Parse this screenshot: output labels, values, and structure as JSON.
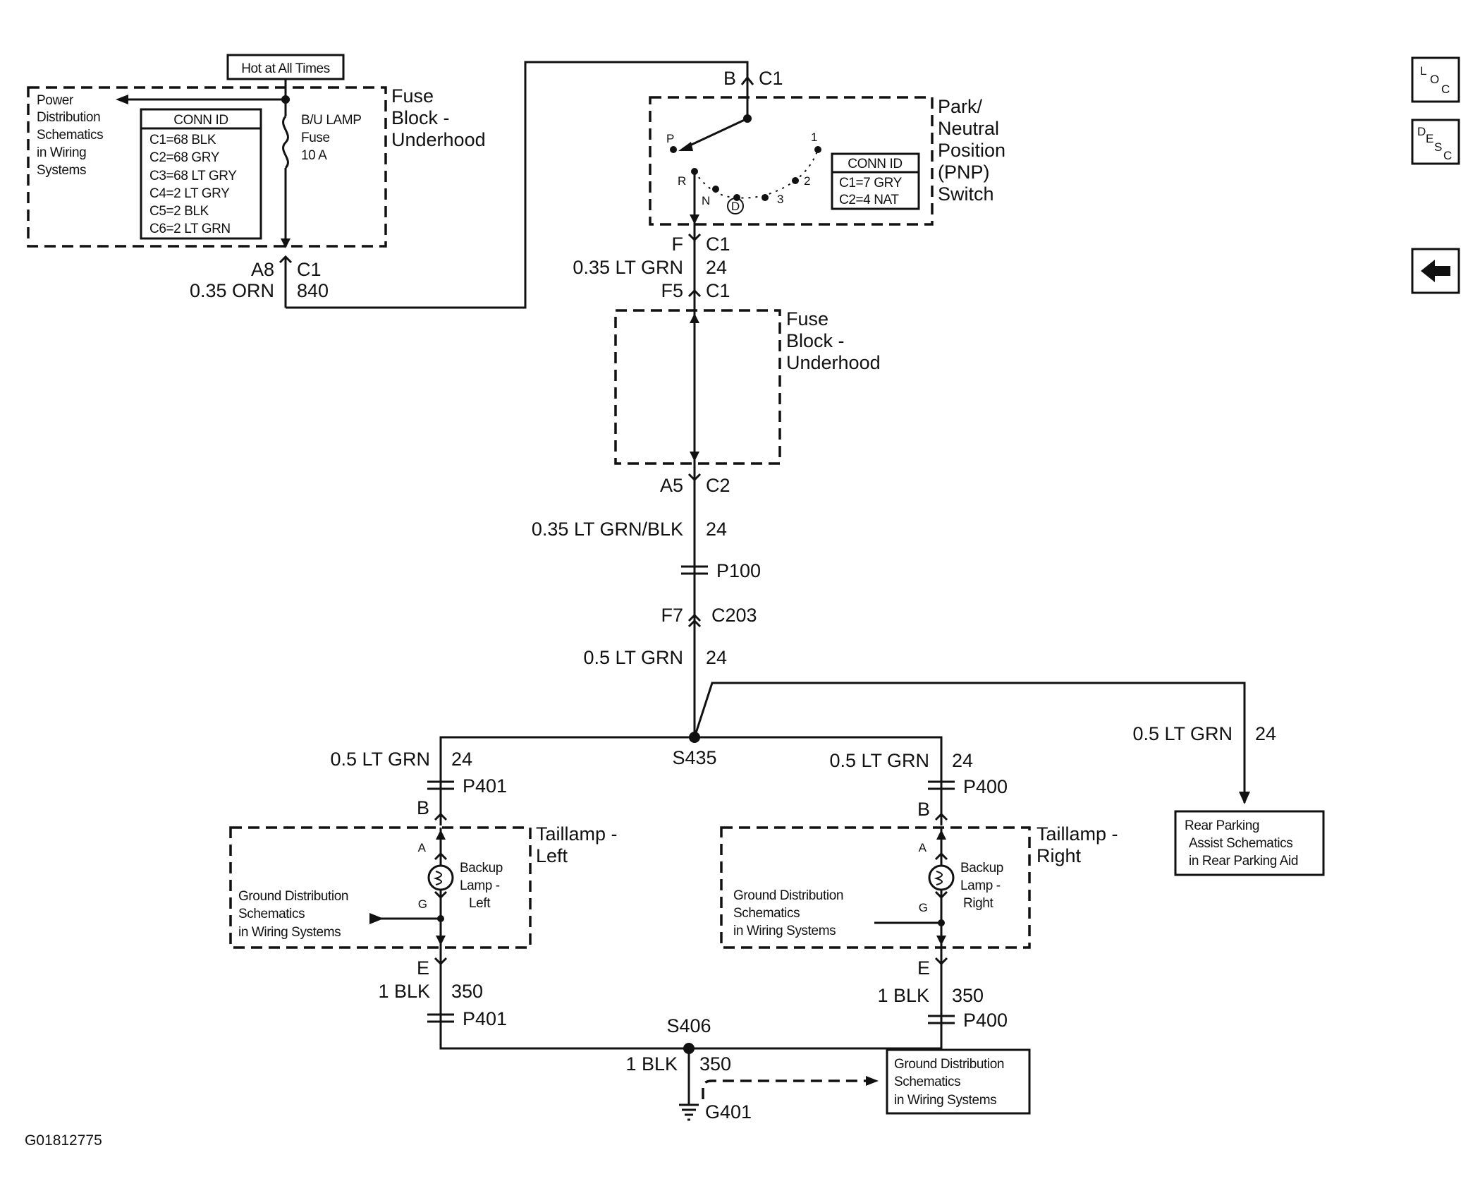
{
  "top_left": {
    "hot_label": "Hot at All Times",
    "power_ref": [
      "Power",
      "Distribution",
      "Schematics",
      "in Wiring",
      "Systems"
    ],
    "conn_title": "CONN ID",
    "conn_rows": [
      "C1=68 BLK",
      "C2=68 GRY",
      "C3=68 LT GRY",
      "C4=2 LT GRY",
      "C5=2 BLK",
      "C6=2 LT GRN"
    ],
    "fuse_label": [
      "B/U LAMP",
      "Fuse",
      "10 A"
    ],
    "block_label": [
      "Fuse",
      "Block -",
      "Underhood"
    ],
    "out_pin": "A8",
    "out_conn": "C1",
    "out_wire": "0.35 ORN",
    "out_circuit": "840"
  },
  "pnp": {
    "in_pin": "B",
    "in_conn": "C1",
    "label": [
      "Park/",
      "Neutral",
      "Position",
      "(PNP)",
      "Switch"
    ],
    "positions": [
      "P",
      "R",
      "N",
      "D",
      "3",
      "2",
      "1"
    ],
    "conn_title": "CONN ID",
    "conn_rows": [
      "C1=7 GRY",
      "C2=4 NAT"
    ],
    "out_pin": "F",
    "out_conn": "C1",
    "out_wire": "0.35 LT GRN",
    "out_circuit": "24"
  },
  "fuse_block_mid": {
    "in_pin": "F5",
    "in_conn": "C1",
    "label": [
      "Fuse",
      "Block -",
      "Underhood"
    ],
    "out_pin": "A5",
    "out_conn": "C2"
  },
  "trunk": {
    "wire1": "0.35 LT GRN/BLK",
    "circuit1": "24",
    "passthru1": "P100",
    "c203_pin": "F7",
    "c203": "C203",
    "wire2": "0.5 LT GRN",
    "circuit2": "24",
    "splice": "S435"
  },
  "rear_assist": {
    "wire": "0.5 LT GRN",
    "circuit": "24",
    "ref": [
      "Rear Parking",
      "Assist Schematics",
      "in Rear Parking Aid"
    ]
  },
  "left": {
    "wire": "0.5 LT GRN",
    "circuit": "24",
    "passthru": "P401",
    "pin_b": "B",
    "label": [
      "Taillamp -",
      "Left"
    ],
    "pin_a": "A",
    "pin_g": "G",
    "lamp": [
      "Backup",
      "Lamp -",
      "Left"
    ],
    "ground_ref": [
      "Ground Distribution",
      "Schematics",
      "in Wiring Systems"
    ],
    "pin_e": "E",
    "gwire": "1 BLK",
    "gcircuit": "350",
    "gpassthru": "P401"
  },
  "right": {
    "wire": "0.5 LT GRN",
    "circuit": "24",
    "passthru": "P400",
    "pin_b": "B",
    "label": [
      "Taillamp -",
      "Right"
    ],
    "pin_a": "A",
    "pin_g": "G",
    "lamp": [
      "Backup",
      "Lamp -",
      "Right"
    ],
    "ground_ref": [
      "Ground Distribution",
      "Schematics",
      "in Wiring Systems"
    ],
    "pin_e": "E",
    "gwire": "1 BLK",
    "gcircuit": "350",
    "gpassthru": "P400"
  },
  "ground": {
    "splice": "S406",
    "wire": "1 BLK",
    "circuit": "350",
    "point": "G401",
    "ref": [
      "Ground Distribution",
      "Schematics",
      "in Wiring Systems"
    ]
  },
  "nav": {
    "loc": [
      "L",
      "O",
      "C"
    ],
    "desc": [
      "D",
      "E",
      "S",
      "C"
    ]
  },
  "figure_id": "G01812775"
}
